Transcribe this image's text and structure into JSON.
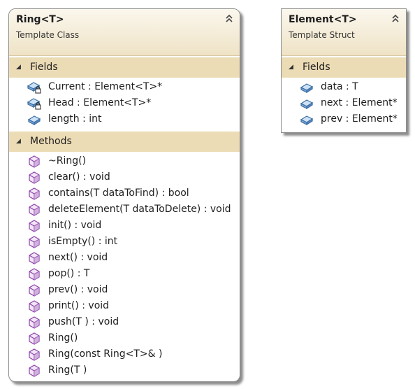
{
  "ring": {
    "title": "Ring<T>",
    "stereotype": "Template Class",
    "fields_label": "Fields",
    "fields": [
      {
        "text": "Current : Element<T>*",
        "icon": "private-field-icon"
      },
      {
        "text": "Head : Element<T>*",
        "icon": "private-field-icon"
      },
      {
        "text": "length : int",
        "icon": "field-icon"
      }
    ],
    "methods_label": "Methods",
    "methods": [
      {
        "text": "~Ring()"
      },
      {
        "text": "clear() : void"
      },
      {
        "text": "contains(T dataToFind) : bool"
      },
      {
        "text": "deleteElement(T dataToDelete) : void"
      },
      {
        "text": "init() : void"
      },
      {
        "text": "isEmpty() : int"
      },
      {
        "text": "next() : void"
      },
      {
        "text": "pop() : T"
      },
      {
        "text": "prev() : void"
      },
      {
        "text": "print() : void"
      },
      {
        "text": "push(T ) : void"
      },
      {
        "text": "Ring()"
      },
      {
        "text": "Ring(const Ring<T>& )"
      },
      {
        "text": "Ring(T )"
      }
    ]
  },
  "element": {
    "title": "Element<T>",
    "stereotype": "Template Struct",
    "fields_label": "Fields",
    "fields": [
      {
        "text": "data : T"
      },
      {
        "text": "next : Element*"
      },
      {
        "text": "prev : Element*"
      }
    ]
  },
  "colors": {
    "header_top": "#fbf7ee",
    "header_bottom": "#efe3c6",
    "section_bar": "#ecdcb6",
    "field_icon": "#4a7fb5",
    "method_icon": "#9b59b6"
  }
}
